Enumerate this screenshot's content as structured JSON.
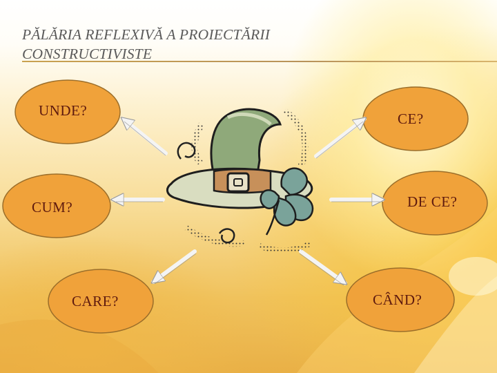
{
  "slide": {
    "title": "PĂLĂRIA REFLEXIVĂ A PROIECTĂRII CONSTRUCTIVISTE",
    "accent_color": "#f0a33a",
    "arrow_color": "#f2f2f2"
  },
  "diagram": {
    "center": {
      "icon": "hat-clipart"
    },
    "nodes": [
      {
        "id": "unde",
        "label": "UNDE?"
      },
      {
        "id": "ce",
        "label": "CE?"
      },
      {
        "id": "cum",
        "label": "CUM?"
      },
      {
        "id": "de-ce",
        "label": "DE CE?"
      },
      {
        "id": "care",
        "label": "CARE?"
      },
      {
        "id": "cand",
        "label": "CÂND?"
      }
    ]
  }
}
